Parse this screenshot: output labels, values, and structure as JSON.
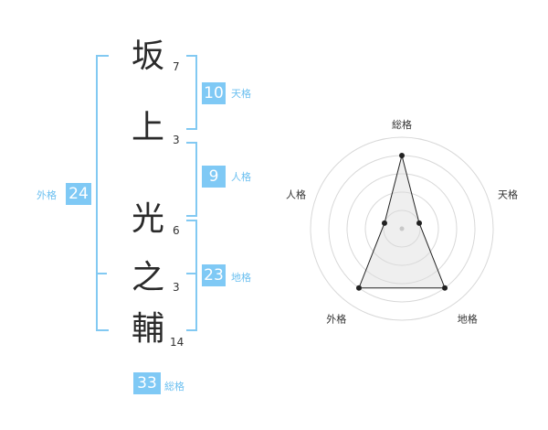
{
  "name": {
    "characters": [
      {
        "char": "坂",
        "strokes": "7"
      },
      {
        "char": "上",
        "strokes": "3"
      },
      {
        "char": "光",
        "strokes": "6"
      },
      {
        "char": "之",
        "strokes": "3"
      },
      {
        "char": "輔",
        "strokes": "14"
      }
    ]
  },
  "scores": {
    "tenkaku": {
      "value": "10",
      "label": "天格"
    },
    "jinkaku": {
      "value": "9",
      "label": "人格"
    },
    "chikaku": {
      "value": "23",
      "label": "地格"
    },
    "gaikaku": {
      "value": "24",
      "label": "外格"
    },
    "soukaku": {
      "value": "33",
      "label": "総格"
    }
  },
  "colors": {
    "accent": "#7fc9f5",
    "bracket": "#82c9f2",
    "label_text": "#6cc0f0"
  },
  "chart_data": {
    "type": "radar",
    "axes": [
      "総格",
      "天格",
      "地格",
      "外格",
      "人格"
    ],
    "values": [
      4,
      1,
      4,
      4,
      1
    ],
    "max": 5,
    "rings": 5
  }
}
